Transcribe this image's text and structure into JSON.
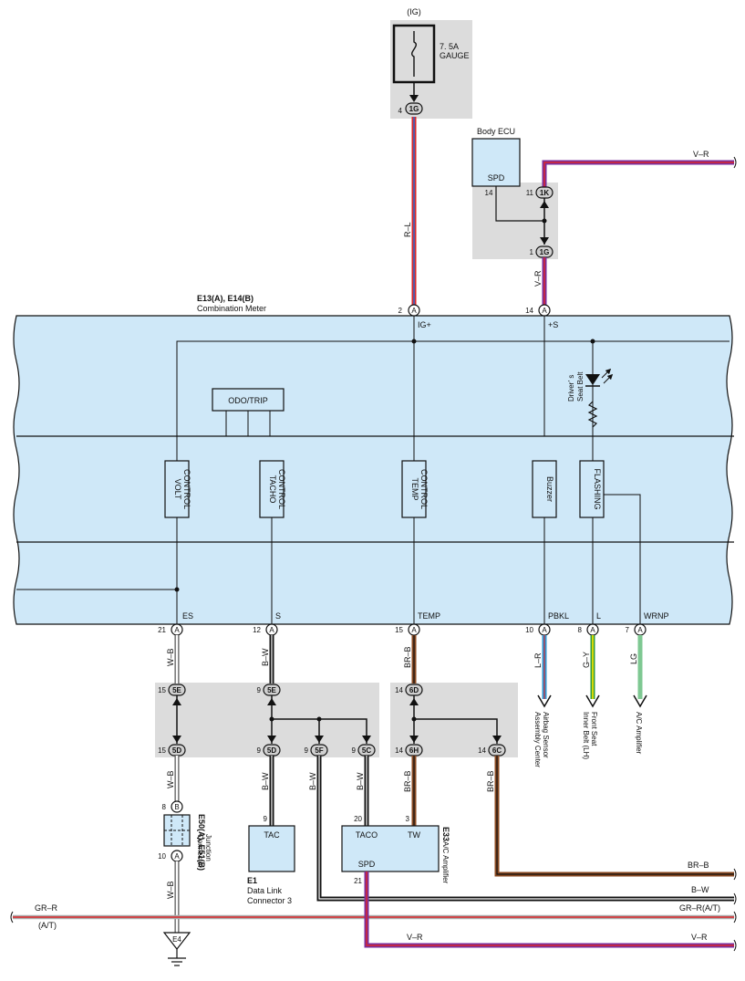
{
  "fuse": {
    "circuit": "(IG)",
    "rating": "7. 5A",
    "name": "GAUGE",
    "pin": "4",
    "connector": "1G"
  },
  "body_ecu": {
    "title": "Body ECU",
    "terminal": "SPD",
    "ecu_pin": "14",
    "pin_1k": "11",
    "conn_1k": "1K",
    "pin_1g": "1",
    "conn_1g": "1G",
    "wire_in": "V–R",
    "wire_out": "V–R"
  },
  "meter": {
    "ref": "E13(A), E14(B)",
    "name": "Combination Meter",
    "top_pins": [
      {
        "pin": "2",
        "conn": "A",
        "terminal": "IG+",
        "wire": "R–L"
      },
      {
        "pin": "14",
        "conn": "A",
        "terminal": "+S"
      }
    ],
    "odo": "ODO/TRIP",
    "belt_label": [
      "Driver’ s",
      "Seat Belt"
    ],
    "blocks": [
      {
        "name": "volt",
        "lines": [
          "VOLT",
          "CONTROL"
        ]
      },
      {
        "name": "tacho",
        "lines": [
          "TACHO",
          "CONTROL"
        ]
      },
      {
        "name": "temp",
        "lines": [
          "TEMP",
          "CONTROL"
        ]
      },
      {
        "name": "buzzer",
        "lines": [
          "Buzzer"
        ]
      },
      {
        "name": "flashing",
        "lines": [
          "FLASHING"
        ]
      }
    ],
    "bottom_pins": [
      {
        "terminal": "ES",
        "pin": "21",
        "conn": "A",
        "wire": "W–B"
      },
      {
        "terminal": "S",
        "pin": "12",
        "conn": "A",
        "wire": "B–W"
      },
      {
        "terminal": "TEMP",
        "pin": "15",
        "conn": "A",
        "wire": "BR–B"
      },
      {
        "terminal": "PBKL",
        "pin": "10",
        "conn": "A",
        "wire": "L–R"
      },
      {
        "terminal": "L",
        "pin": "8",
        "conn": "A",
        "wire": "G–Y"
      },
      {
        "terminal": "WRNP",
        "pin": "7",
        "conn": "A",
        "wire": "LG"
      }
    ]
  },
  "junction_5e": {
    "pin_a": "15",
    "conn_a": "5E",
    "pin_b": "9",
    "conn_b": "5E"
  },
  "junction_5d": [
    {
      "pin": "15",
      "conn": "5D"
    },
    {
      "pin": "9",
      "conn": "5D"
    },
    {
      "pin": "9",
      "conn": "5F"
    },
    {
      "pin": "9",
      "conn": "5C"
    }
  ],
  "junction_6": [
    {
      "pin": "14",
      "conn": "6D"
    },
    {
      "pin": "14",
      "conn": "6H"
    },
    {
      "pin": "14",
      "conn": "6C"
    }
  ],
  "lower_wires": {
    "w_b_1": "W–B",
    "b_w_1": "B–W",
    "b_w_2": "B–W",
    "b_w_3": "B–W",
    "br_b_1": "BR–B",
    "br_b_2": "BR–B",
    "w_b_2": "W–B"
  },
  "destinations": [
    [
      "Airbag Sensor",
      "Assembly Center"
    ],
    [
      "Front Seat",
      "Inner Belt (LH)"
    ],
    [
      "A/C Amplifier"
    ]
  ],
  "jc": {
    "pin_top": "8",
    "conn_top": "B",
    "pin_bot": "10",
    "conn_bot": "A",
    "ref": "E50(A), E51(B)",
    "lines": [
      "Junction",
      "Connector"
    ]
  },
  "dlc": {
    "pin": "9",
    "terminal": "TAC",
    "ref": "E1",
    "lines": [
      "Data Link",
      "Connector 3"
    ]
  },
  "ac_amp": {
    "pin_taco": "20",
    "pin_tw": "3",
    "pin_spd": "21",
    "taco": "TACO",
    "tw": "TW",
    "spd": "SPD",
    "ref": "E33",
    "name": "A/C Amplifier"
  },
  "right_wires": {
    "br_b": "BR–B",
    "b_w": "B–W",
    "gr_r_at": "GR–R(A/T)",
    "v_r": "V–R"
  },
  "left_wires": {
    "gr_r": "GR–R",
    "at": "(A/T)",
    "v_r": "V–R"
  },
  "ground": {
    "label": "E4"
  },
  "colors": {
    "panel": "#cfe8f8",
    "gray": "#dcdcdc",
    "red": "#d9262a",
    "blue": "#2e6fd1",
    "violet": "#7a2d9c",
    "brown": "#8a4a22",
    "lightgreen": "#7ec892",
    "yellow": "#e8e000",
    "green": "#2f9a3e"
  }
}
